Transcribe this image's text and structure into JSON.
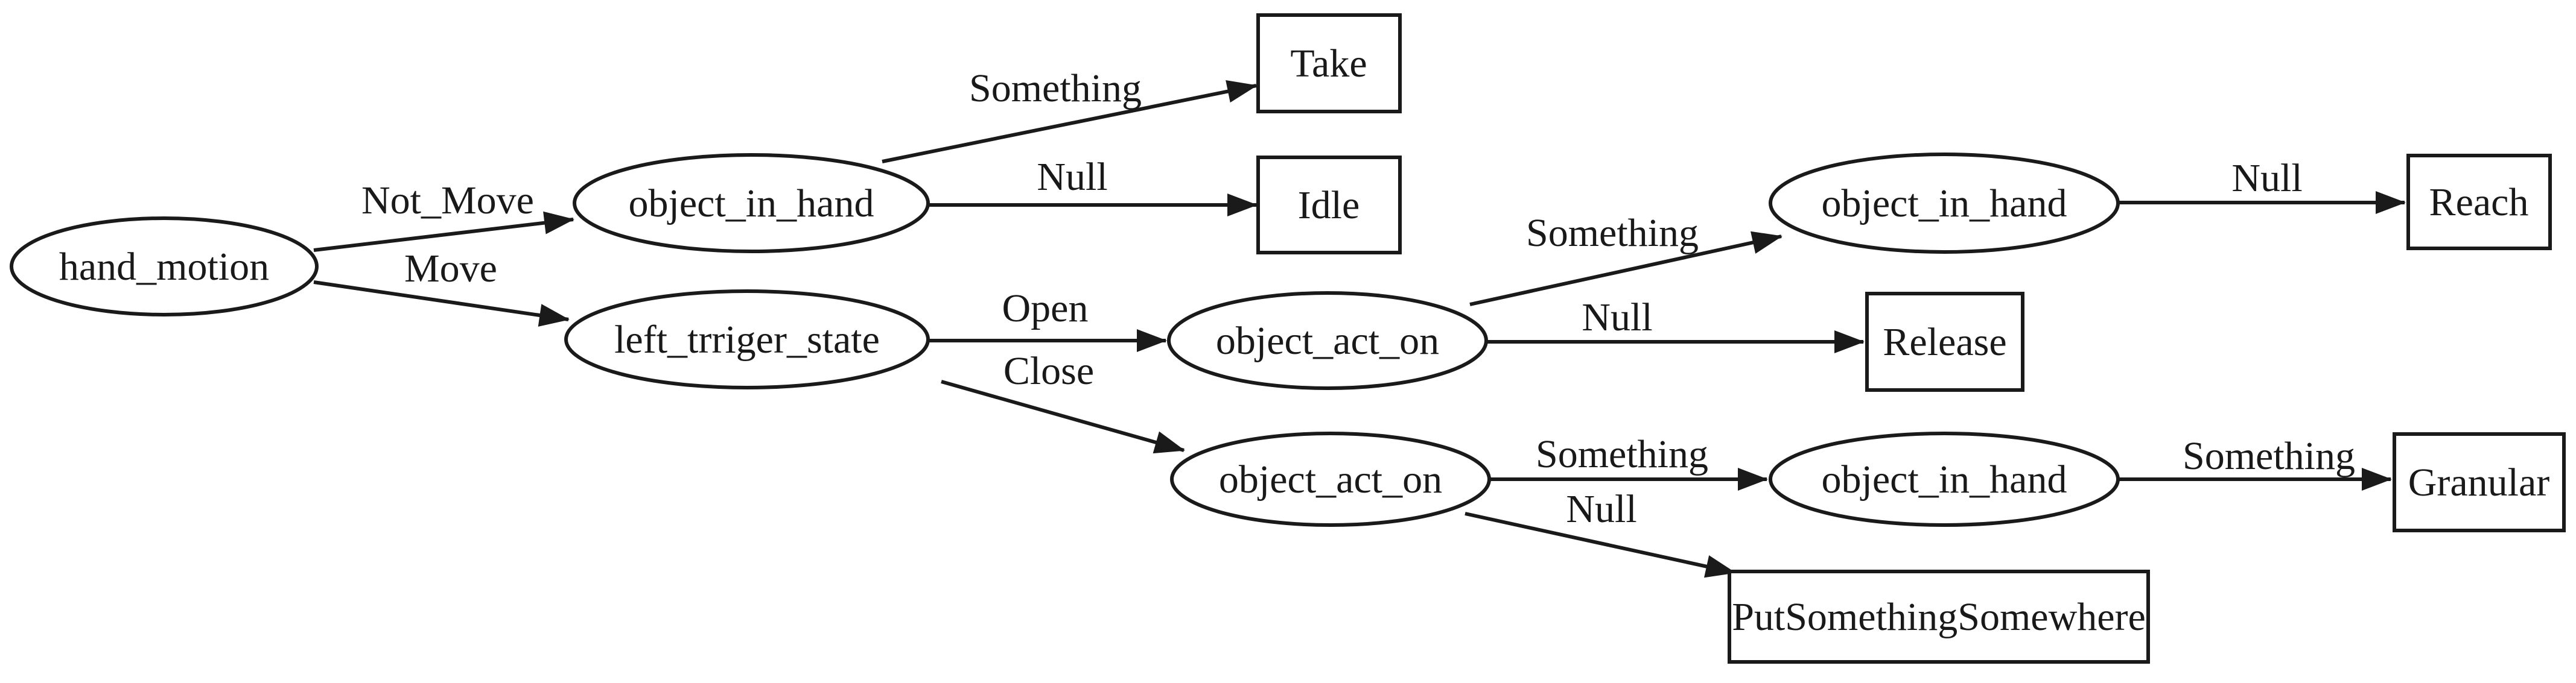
{
  "diagram": {
    "type": "decision-tree-flowchart",
    "background_color": "#ffffff",
    "stroke_color": "#1a1a1a",
    "text_color": "#191919",
    "nodes": [
      {
        "id": "hand_motion",
        "label": "hand_motion",
        "shape": "ellipse"
      },
      {
        "id": "object_in_hand_1",
        "label": "object_in_hand",
        "shape": "ellipse"
      },
      {
        "id": "take",
        "label": "Take",
        "shape": "box"
      },
      {
        "id": "idle",
        "label": "Idle",
        "shape": "box"
      },
      {
        "id": "left_trriger_state",
        "label": "left_trriger_state",
        "shape": "ellipse"
      },
      {
        "id": "object_act_on_1",
        "label": "object_act_on",
        "shape": "ellipse"
      },
      {
        "id": "object_in_hand_2",
        "label": "object_in_hand",
        "shape": "ellipse"
      },
      {
        "id": "reach",
        "label": "Reach",
        "shape": "box"
      },
      {
        "id": "release",
        "label": "Release",
        "shape": "box"
      },
      {
        "id": "object_act_on_2",
        "label": "object_act_on",
        "shape": "ellipse"
      },
      {
        "id": "object_in_hand_3",
        "label": "object_in_hand",
        "shape": "ellipse"
      },
      {
        "id": "granular",
        "label": "Granular",
        "shape": "box"
      },
      {
        "id": "put_something_somewhere",
        "label": "PutSomethingSomewhere",
        "shape": "box"
      }
    ],
    "edges": [
      {
        "from": "hand_motion",
        "to": "object_in_hand_1",
        "label": "Not_Move"
      },
      {
        "from": "hand_motion",
        "to": "left_trriger_state",
        "label": "Move"
      },
      {
        "from": "object_in_hand_1",
        "to": "take",
        "label": "Something"
      },
      {
        "from": "object_in_hand_1",
        "to": "idle",
        "label": "Null"
      },
      {
        "from": "left_trriger_state",
        "to": "object_act_on_1",
        "label": "Open"
      },
      {
        "from": "left_trriger_state",
        "to": "object_act_on_2",
        "label": "Close"
      },
      {
        "from": "object_act_on_1",
        "to": "object_in_hand_2",
        "label": "Something"
      },
      {
        "from": "object_act_on_1",
        "to": "release",
        "label": "Null"
      },
      {
        "from": "object_in_hand_2",
        "to": "reach",
        "label": "Null"
      },
      {
        "from": "object_act_on_2",
        "to": "object_in_hand_3",
        "label": "Something"
      },
      {
        "from": "object_act_on_2",
        "to": "put_something_somewhere",
        "label": "Null"
      },
      {
        "from": "object_in_hand_3",
        "to": "granular",
        "label": "Something"
      }
    ]
  }
}
